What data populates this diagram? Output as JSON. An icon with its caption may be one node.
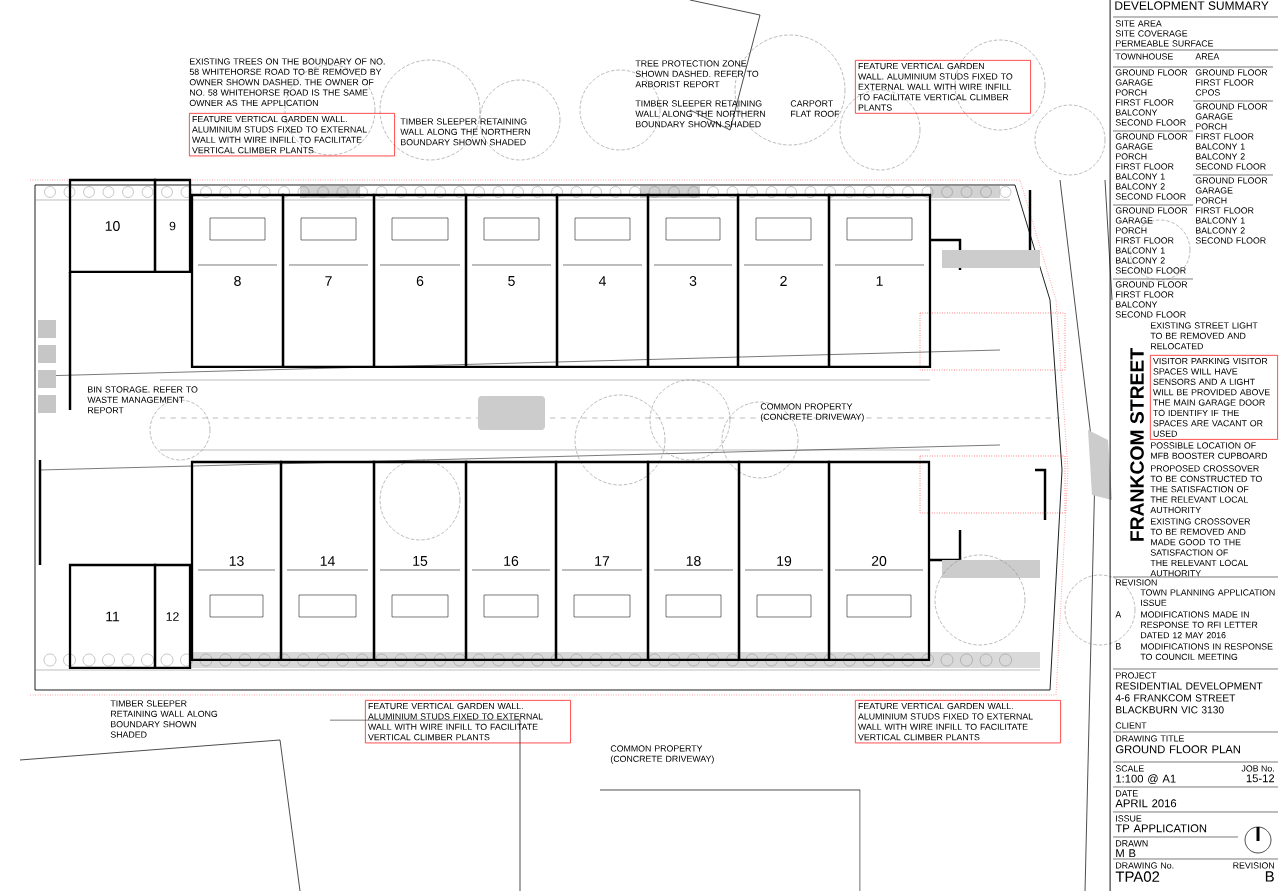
{
  "diagram": {
    "nodes": [
      {
        "text": [
          "10"
        ]
      },
      {
        "text": [
          "9"
        ]
      },
      {
        "text": [
          "8"
        ]
      },
      {
        "text": [
          "7"
        ]
      },
      {
        "text": [
          "6"
        ]
      },
      {
        "text": [
          "5"
        ]
      },
      {
        "text": [
          "4"
        ]
      },
      {
        "text": [
          "3"
        ]
      },
      {
        "text": [
          "2"
        ]
      },
      {
        "text": [
          "1"
        ]
      },
      {
        "text": [
          "11"
        ]
      },
      {
        "text": [
          "12"
        ]
      },
      {
        "text": [
          "13"
        ]
      },
      {
        "text": [
          "14"
        ]
      },
      {
        "text": [
          "15"
        ]
      },
      {
        "text": [
          "16"
        ]
      },
      {
        "text": [
          "17"
        ]
      },
      {
        "text": [
          "18"
        ]
      },
      {
        "text": [
          "19"
        ]
      },
      {
        "text": [
          "20"
        ]
      }
    ],
    "labels": [
      "DEVELOPMENT SUMMARY",
      "SITE AREA",
      "SITE COVERAGE",
      "PERMEABLE SURFACE",
      "TOWNHOUSE",
      "AREA",
      "GROUND FLOOR",
      "GARAGE",
      "PORCH",
      "FIRST FLOOR",
      "BALCONY",
      "SECOND FLOOR",
      "GROUND FLOOR",
      "GARAGE",
      "PORCH",
      "FIRST FLOOR",
      "BALCONY 1",
      "BALCONY 2",
      "SECOND FLOOR",
      "GROUND FLOOR",
      "GARAGE",
      "PORCH",
      "FIRST FLOOR",
      "BALCONY 1",
      "BALCONY 2",
      "SECOND FLOOR",
      "GROUND FLOOR",
      "FIRST FLOOR",
      "BALCONY",
      "SECOND FLOOR",
      "GROUND FLOOR",
      "FIRST FLOOR",
      "CPOS",
      "GROUND FLOOR",
      "GARAGE",
      "PORCH",
      "FIRST FLOOR",
      "BALCONY 1",
      "BALCONY 2",
      "SECOND FLOOR",
      "GROUND FLOOR",
      "GARAGE",
      "PORCH",
      "FIRST FLOOR",
      "BALCONY 1",
      "BALCONY 2",
      "SECOND FLOOR",
      "EXISTING TREES ON THE BOUNDARY OF NO. 58 WHITEHORSE ROAD TO BE REMOVED BY OWNER SHOWN DASHED. THE OWNER OF NO. 58 WHITEHORSE ROAD IS THE SAME OWNER AS THE APPLICATION",
      "FEATURE VERTICAL GARDEN WALL. ALUMINIUM STUDS FIXED TO EXTERNAL WALL WITH WIRE INFILL TO FACILITATE VERTICAL CLIMBER PLANTS",
      "TIMBER SLEEPER RETAINING WALL ALONG THE NORTHERN BOUNDARY SHOWN SHADED",
      "TREE PROTECTION ZONE SHOWN DASHED. REFER TO ARBORIST REPORT",
      "TIMBER SLEEPER RETAINING WALL ALONG THE NORTHERN BOUNDARY SHOWN SHADED",
      "CARPORT FLAT ROOF",
      "FEATURE VERTICAL GARDEN WALL. ALUMINIUM STUDS FIXED TO EXTERNAL WALL WITH WIRE INFILL TO FACILITATE VERTICAL CLIMBER PLANTS",
      "BIN STORAGE. REFER TO WASTE MANAGEMENT REPORT",
      "COMMON PROPERTY (CONCRETE DRIVEWAY)",
      "EXISTING STREET LIGHT TO BE REMOVED AND RELOCATED",
      "FRANKCOM STREET",
      "VISITOR PARKING VISITOR SPACES WILL HAVE SENSORS AND A LIGHT WILL BE PROVIDED ABOVE THE MAIN GARAGE DOOR TO IDENTIFY IF THE SPACES ARE VACANT OR USED",
      "POSSIBLE LOCATION OF MFB BOOSTER CUPBOARD",
      "PROPOSED CROSSOVER TO BE CONSTRUCTED TO THE SATISFACTION OF THE RELEVANT LOCAL AUTHORITY",
      "EXISTING CROSSOVER TO BE REMOVED AND MADE GOOD TO THE SATISFACTION OF THE RELEVANT LOCAL AUTHORITY",
      "TIMBER SLEEPER RETAINING WALL ALONG BOUNDARY SHOWN SHADED",
      "FEATURE VERTICAL GARDEN WALL. ALUMINIUM STUDS FIXED TO EXTERNAL WALL WITH WIRE INFILL TO FACILITATE VERTICAL CLIMBER PLANTS",
      "COMMON PROPERTY (CONCRETE DRIVEWAY)",
      "FEATURE VERTICAL GARDEN WALL. ALUMINIUM STUDS FIXED TO EXTERNAL WALL WITH WIRE INFILL TO FACILITATE VERTICAL CLIMBER PLANTS",
      "REVISION",
      "TOWN PLANNING APPLICATION ISSUE",
      "A",
      "MODIFICATIONS MADE IN RESPONSE TO RFI LETTER DATED 12 MAY 2016",
      "B",
      "MODIFICATIONS IN RESPONSE TO COUNCIL MEETING",
      "PROJECT",
      "RESIDENTIAL DEVELOPMENT 4-6 FRANKCOM STREET BLACKBURN VIC 3130",
      "CLIENT",
      "DRAWING TITLE",
      "GROUND FLOOR PLAN",
      "SCALE",
      "JOB No.",
      "1:100 @ A1",
      "15-12",
      "DATE",
      "APRIL 2016",
      "ISSUE",
      "TP APPLICATION",
      "DRAWN",
      "M B",
      "DRAWING No.",
      "REVISION",
      "TPA02",
      "B"
    ]
  }
}
